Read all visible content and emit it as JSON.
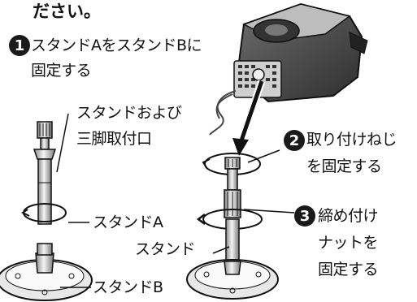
{
  "heading": "ださい。",
  "step1": {
    "num": "1",
    "line1": "スタンドAをスタンドBに",
    "line2": "固定する"
  },
  "mount_label": {
    "line1": "スタンドおよび",
    "line2": "三脚取付口"
  },
  "step2": {
    "num": "2",
    "line1": "取り付けねじ",
    "line2": "を固定する"
  },
  "step3": {
    "num": "3",
    "line1": "締め付け",
    "line2": "ナットを",
    "line3": "固定する"
  },
  "stand_a_label": "スタンドA",
  "stand_label": "スタンド",
  "stand_b_label": "スタンドB"
}
